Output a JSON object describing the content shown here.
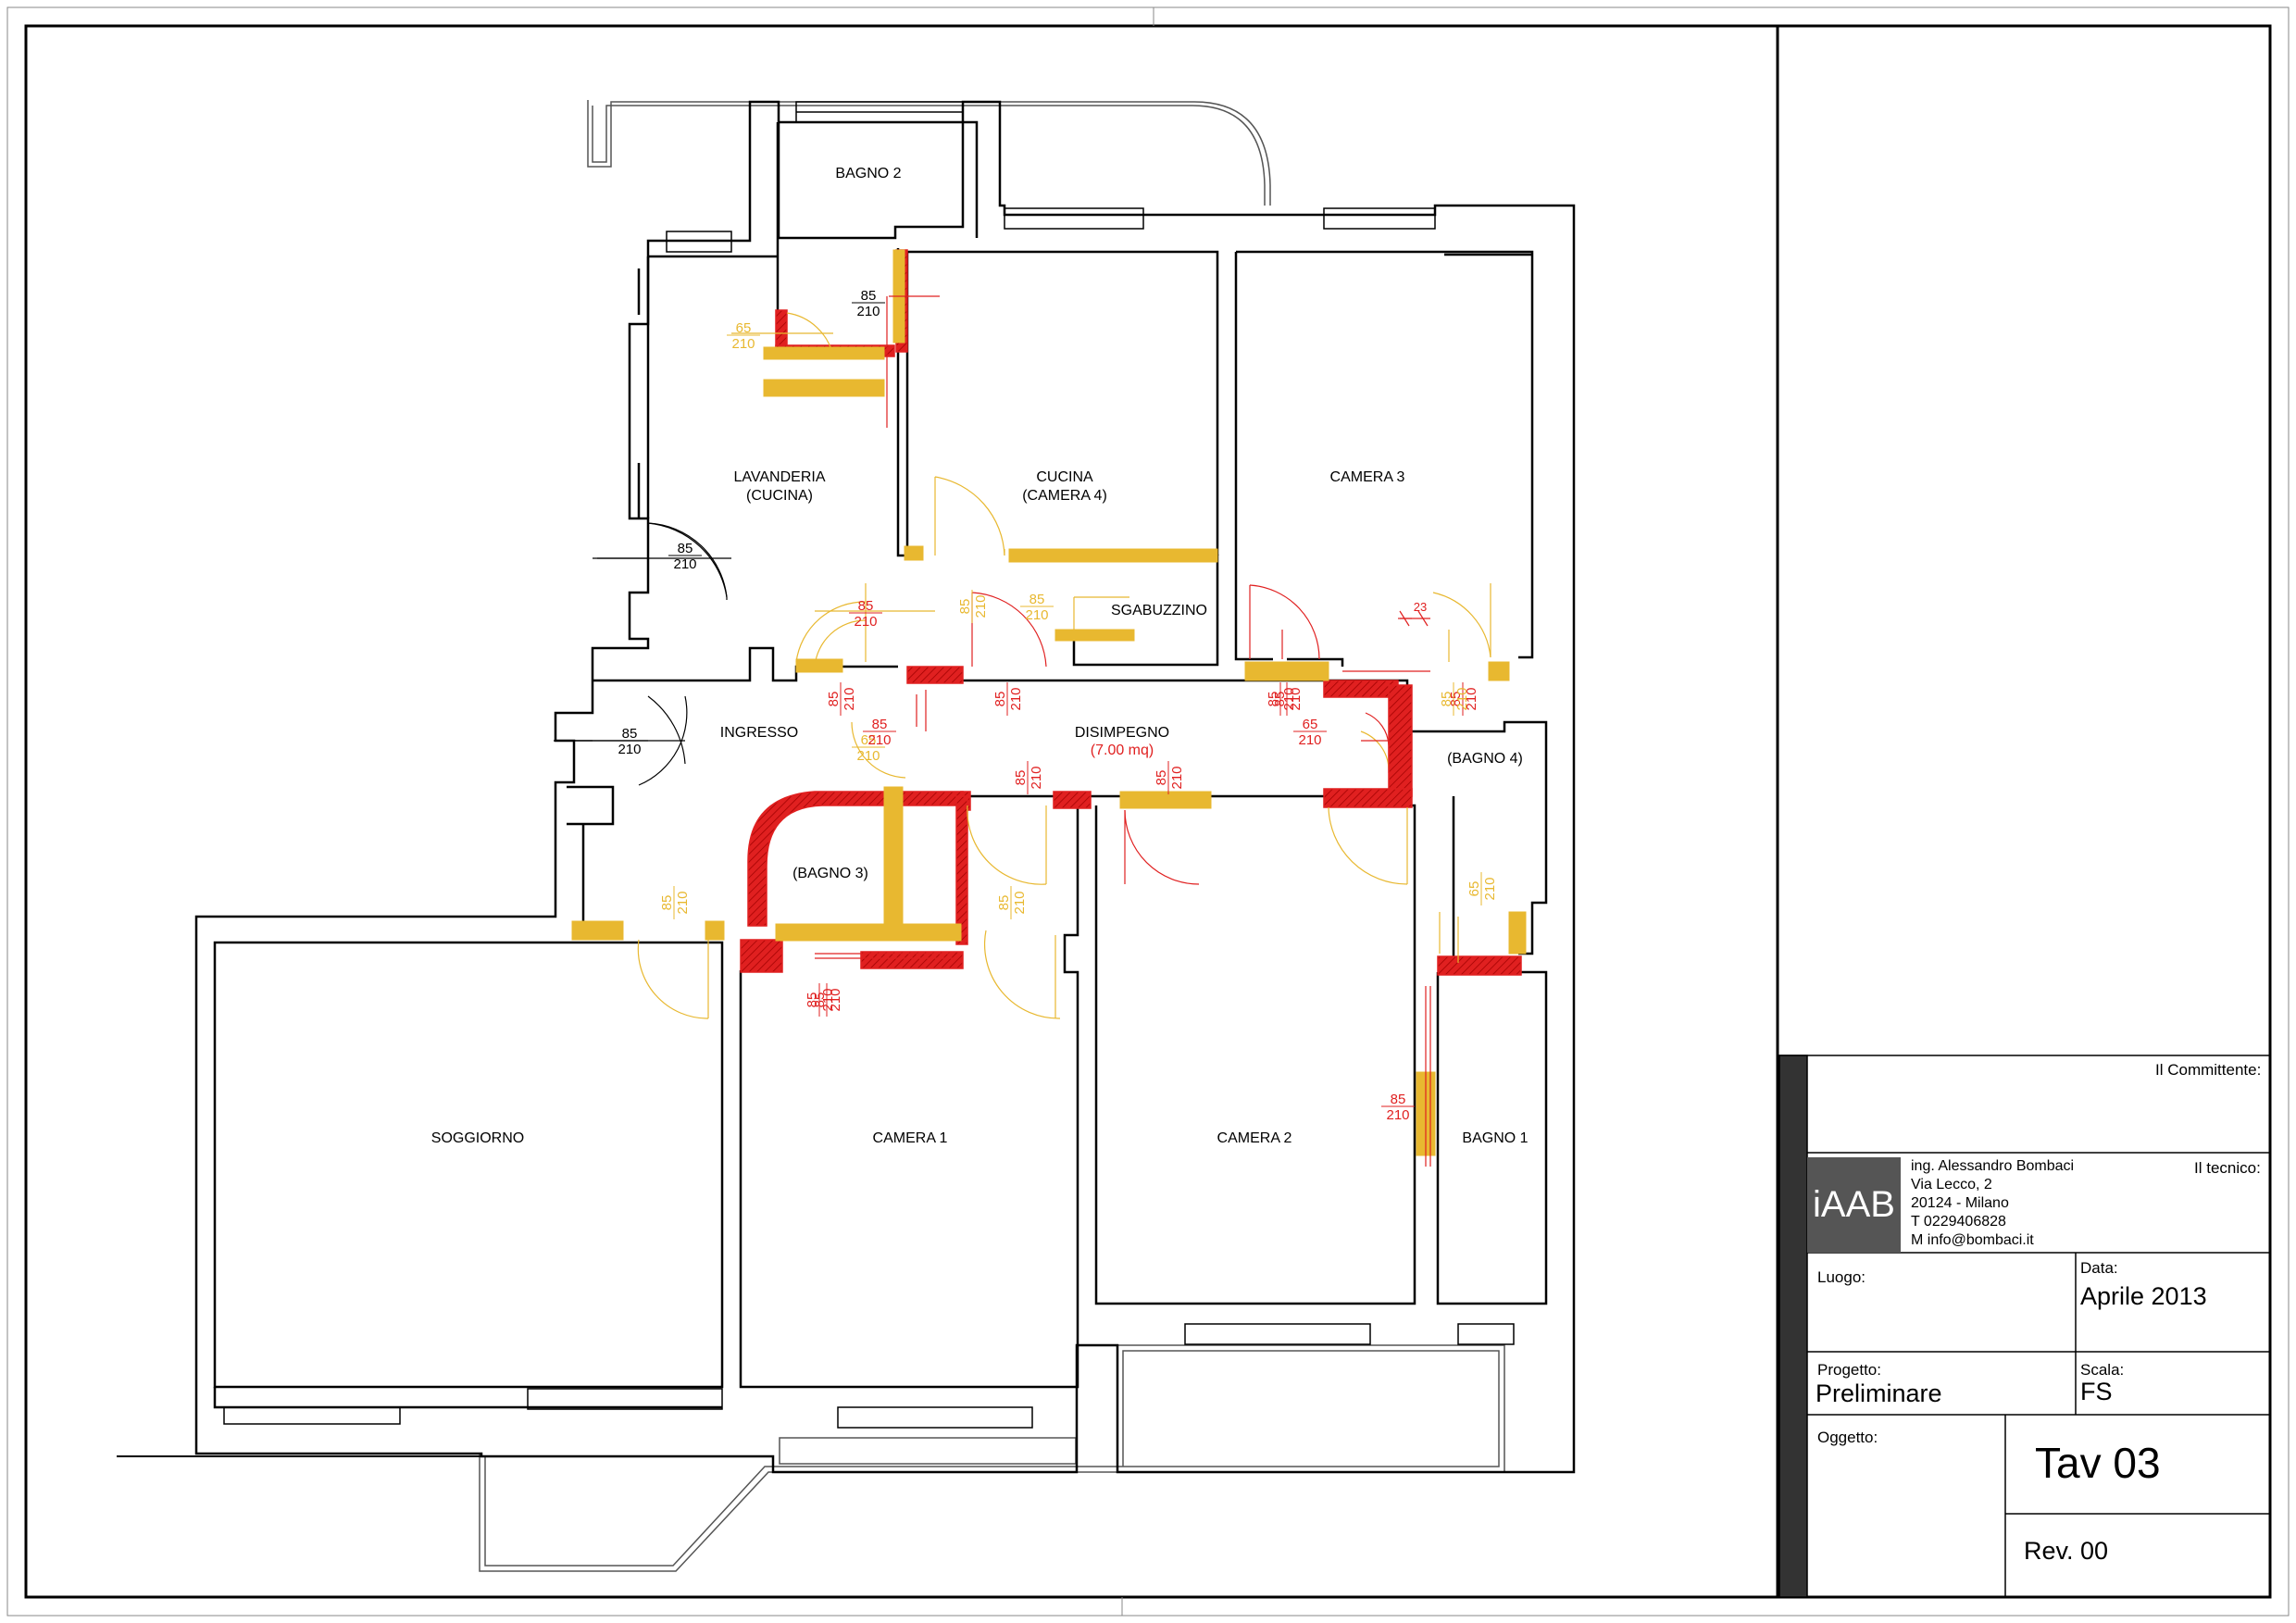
{
  "rooms": [
    {
      "name": "bagno-2",
      "lines": [
        "BAGNO 2"
      ]
    },
    {
      "name": "lavanderia",
      "lines": [
        "LAVANDERIA",
        "(CUCINA)"
      ]
    },
    {
      "name": "cucina",
      "lines": [
        "CUCINA",
        "(CAMERA 4)"
      ]
    },
    {
      "name": "camera-3",
      "lines": [
        "CAMERA 3"
      ]
    },
    {
      "name": "sgabuzzino",
      "lines": [
        "SGABUZZINO"
      ]
    },
    {
      "name": "ingresso",
      "lines": [
        "INGRESSO"
      ]
    },
    {
      "name": "disimpegno",
      "lines": [
        "DISIMPEGNO"
      ]
    },
    {
      "name": "bagno-4",
      "lines": [
        "(BAGNO 4)"
      ]
    },
    {
      "name": "bagno-3",
      "lines": [
        "(BAGNO 3)"
      ]
    },
    {
      "name": "soggiorno",
      "lines": [
        "SOGGIORNO"
      ]
    },
    {
      "name": "camera-1",
      "lines": [
        "CAMERA 1"
      ]
    },
    {
      "name": "camera-2",
      "lines": [
        "CAMERA 2"
      ]
    },
    {
      "name": "bagno-1",
      "lines": [
        "BAGNO 1"
      ]
    }
  ],
  "disimpegno_area": "(7.00 mq)",
  "door_dims": [
    {
      "w": "85",
      "h": "210",
      "kind": "existing"
    },
    {
      "w": "65",
      "h": "210",
      "kind": "proposed"
    },
    {
      "w": "85",
      "h": "210",
      "kind": "existing"
    },
    {
      "w": "85",
      "h": "210",
      "kind": "existing"
    },
    {
      "w": "85",
      "h": "210",
      "kind": "new"
    },
    {
      "w": "85",
      "h": "210",
      "kind": "proposed"
    },
    {
      "w": "85",
      "h": "210",
      "kind": "proposed"
    },
    {
      "w": "65",
      "h": "210",
      "kind": "proposed"
    },
    {
      "w": "85",
      "h": "210",
      "kind": "new"
    },
    {
      "w": "85",
      "h": "210",
      "kind": "new"
    },
    {
      "w": "85",
      "h": "210",
      "kind": "new"
    },
    {
      "w": "85",
      "h": "210",
      "kind": "new"
    },
    {
      "w": "85",
      "h": "210",
      "kind": "new"
    },
    {
      "w": "85",
      "h": "210",
      "kind": "new"
    },
    {
      "w": "65",
      "h": "210",
      "kind": "new"
    },
    {
      "w": "85",
      "h": "210",
      "kind": "new"
    },
    {
      "w": "85",
      "h": "210",
      "kind": "proposed"
    },
    {
      "w": "85",
      "h": "210",
      "kind": "proposed"
    },
    {
      "w": "85",
      "h": "210",
      "kind": "new"
    },
    {
      "w": "65",
      "h": "210",
      "kind": "proposed"
    },
    {
      "w": "85",
      "h": "210",
      "kind": "new"
    },
    {
      "w": "85",
      "h": "210",
      "kind": "new"
    },
    {
      "w": "85",
      "h": "210",
      "kind": "proposed"
    },
    {
      "w": "85",
      "h": "210",
      "kind": "new"
    }
  ],
  "dim_23": "23",
  "title_block": {
    "committente_label": "Il Committente:",
    "logo_text": "iAAB",
    "tecnico_lines": [
      "ing. Alessandro Bombaci",
      "Via Lecco, 2",
      "20124 - Milano",
      "T 0229406828",
      "M info@bombaci.it"
    ],
    "tecnico_label": "Il tecnico:",
    "luogo_label": "Luogo:",
    "data_label": "Data:",
    "data_value": "Aprile 2013",
    "progetto_label": "Progetto:",
    "progetto_value": "Preliminare",
    "scala_label": "Scala:",
    "scala_value": "FS",
    "oggetto_label": "Oggetto:",
    "tav": "Tav 03",
    "rev": "Rev. 00"
  },
  "colors": {
    "wall": "#000000",
    "demolition": "#e02020",
    "construction": "#e8b830",
    "logo_bg": "#555555"
  }
}
